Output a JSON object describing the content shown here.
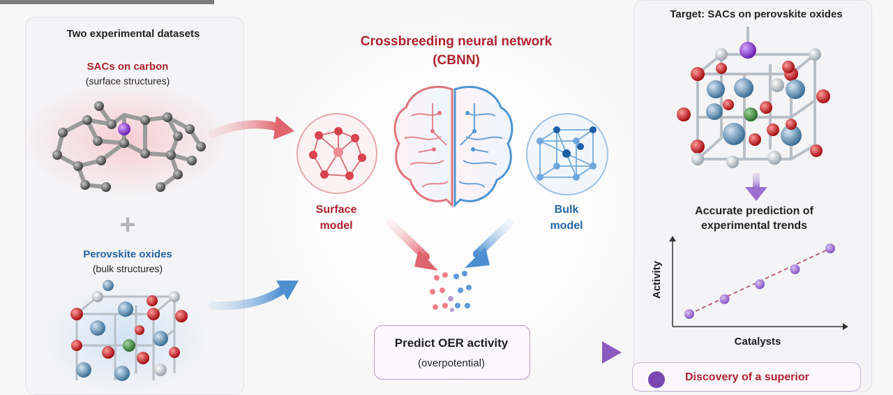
{
  "left_panel": {
    "title": "Two experimental datasets",
    "dataset_1": {
      "name": "SACs on carbon",
      "detail": "(surface structures)"
    },
    "plus": "+",
    "dataset_2": {
      "name": "Perovskite oxides",
      "detail": "(bulk structures)"
    }
  },
  "center": {
    "title_line_1": "Crossbreeding neural network",
    "title_line_2": "(CBNN)",
    "surface_model": {
      "line_1": "Surface",
      "line_2": "model"
    },
    "bulk_model": {
      "line_1": "Bulk",
      "line_2": "model"
    },
    "predict": {
      "title": "Predict OER activity",
      "detail": "(overpotential)"
    }
  },
  "right_panel": {
    "target_title": "Target: SACs on perovskite oxides",
    "prediction_line_1": "Accurate prediction of",
    "prediction_line_2": "experimental trends",
    "discovery_text": "Discovery of a superior"
  },
  "chart_data": {
    "type": "scatter",
    "xlabel": "Catalysts",
    "ylabel": "Activity",
    "x": [
      1,
      2,
      3,
      4,
      5
    ],
    "y": [
      1,
      2,
      3,
      4,
      5.4
    ],
    "trend_line": true,
    "grid": false
  },
  "colors": {
    "red": "#b0222f",
    "blue": "#2565a6",
    "purple": "#7a48b0",
    "point_fill": "#a27fd0"
  },
  "icons": {
    "left_arrow_top": "arrow-right-red",
    "left_arrow_bottom": "arrow-right-blue",
    "brain": "brain-icon",
    "surface_graph": "surface-graph-icon",
    "bulk_cube": "bulk-cube-icon",
    "down_arrow": "arrow-down-purple",
    "right_arrow": "arrow-right-purple"
  }
}
